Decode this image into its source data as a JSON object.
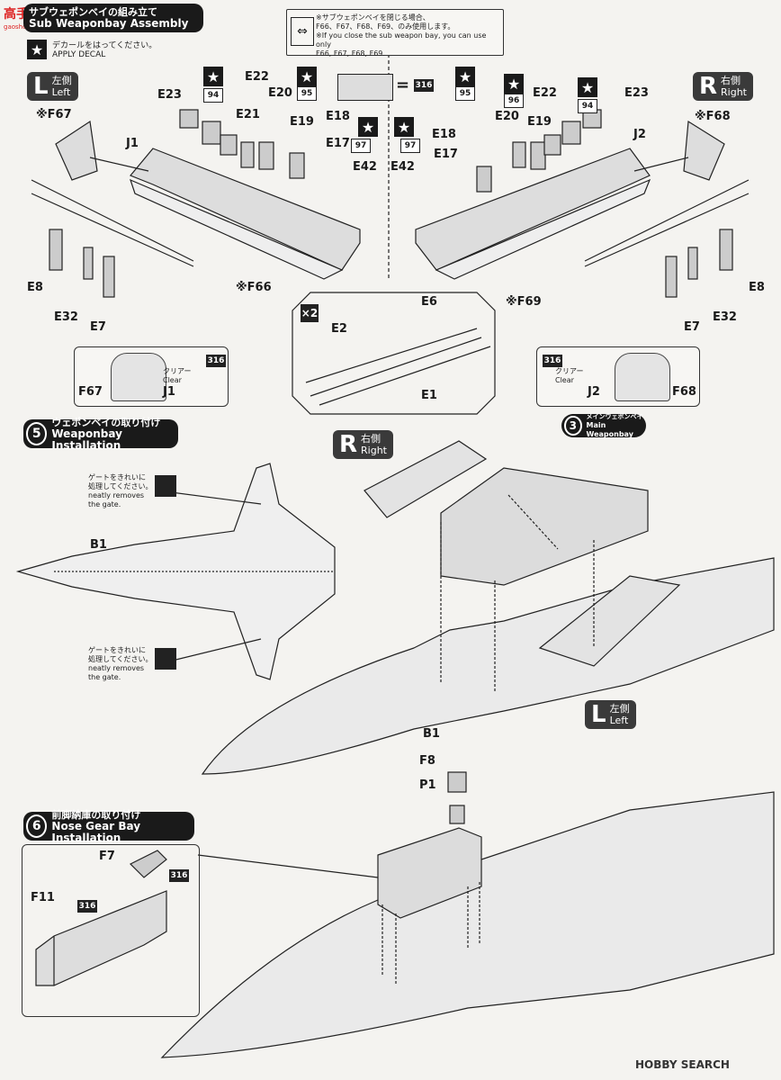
{
  "watermark": {
    "site_cn": "高手网",
    "site_en": "gaoshou.com"
  },
  "step_sub": {
    "jp": "サブウェポンベイの組み立て",
    "en": "Sub Weaponbay Assembly"
  },
  "apply_decal": {
    "jp": "デカールをはってください。",
    "en": "APPLY DECAL"
  },
  "note_box": {
    "jp": "※サブウェポンベイを閉じる場合、",
    "jp2": "F66、F67、F68、F69、のみ使用します。",
    "en": "※If you close the sub weapon bay, you can use only",
    "en2": "F66, F67, F68, F69."
  },
  "left_side": {
    "letter": "L",
    "jp": "左側",
    "en": "Left"
  },
  "right_side": {
    "letter": "R",
    "jp": "右側",
    "en": "Right"
  },
  "decal_numbers": {
    "n316": "316",
    "n94": "94",
    "n95": "95",
    "n96": "96",
    "n97": "97"
  },
  "parts_left": {
    "f67": "※F67",
    "j1": "J1",
    "e23": "E23",
    "e22": "E22",
    "e21": "E21",
    "e20": "E20",
    "e19": "E19",
    "e18": "E18",
    "e17": "E17",
    "e42": "E42",
    "f66": "※F66",
    "e8": "E8",
    "e32": "E32",
    "e7": "E7"
  },
  "parts_right": {
    "f68": "※F68",
    "j2": "J2",
    "e23": "E23",
    "e22": "E22",
    "e20": "E20",
    "e19": "E19",
    "e18": "E18",
    "e17": "E17",
    "e42": "E42",
    "f69": "※F69",
    "e8": "E8",
    "e32": "E32",
    "e7": "E7"
  },
  "center_inset": {
    "mult": "×2",
    "e6": "E6",
    "e2": "E2",
    "e1": "E1"
  },
  "inset_left": {
    "f67": "F67",
    "j1": "J1",
    "clear_jp": "クリアー",
    "clear_en": "Clear",
    "n316": "316"
  },
  "inset_right": {
    "f68": "F68",
    "j2": "J2",
    "clear_jp": "クリアー",
    "clear_en": "Clear",
    "n316": "316"
  },
  "step5": {
    "num": "5",
    "jp": "ウェポンベイの取り付け",
    "en": "Weaponbay Installation"
  },
  "gate_note": {
    "jp": "ゲートをきれいに",
    "jp2": "処理してください。",
    "en": "neatly removes",
    "en2": "the gate."
  },
  "step5_parts": {
    "b1": "B1",
    "b1_b": "B1"
  },
  "main_bay": {
    "num": "3",
    "jp": "メインウェポンベイ",
    "en": "Main Weaponbay"
  },
  "step6": {
    "num": "6",
    "jp": "前脚納庫の取り付け",
    "en": "Nose Gear Bay Installation"
  },
  "step6_parts": {
    "f8": "F8",
    "p1": "P1",
    "f7": "F7",
    "f11": "F11",
    "n316a": "316",
    "n316b": "316"
  },
  "footer": {
    "brand": "HOBBY SEARCH"
  }
}
